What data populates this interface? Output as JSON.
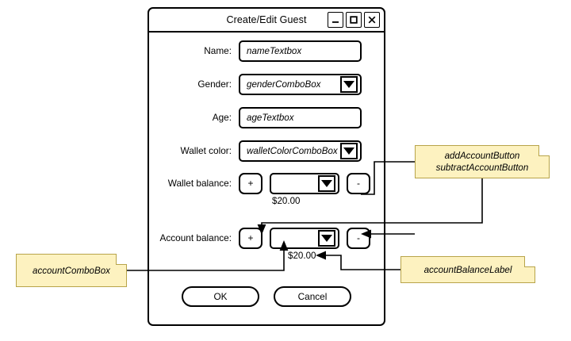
{
  "dialog": {
    "title": "Create/Edit Guest",
    "window_controls": [
      {
        "name": "minimize",
        "label": "_"
      },
      {
        "name": "maximize",
        "label": "□"
      },
      {
        "name": "close",
        "label": "×"
      }
    ],
    "fields": [
      {
        "label": "Name:",
        "value": "nameTextbox",
        "type": "textbox"
      },
      {
        "label": "Gender:",
        "value": "genderComboBox",
        "type": "combobox"
      },
      {
        "label": "Age:",
        "value": "ageTextbox",
        "type": "textbox"
      },
      {
        "label": "Wallet color:",
        "value": "walletColorComboBox",
        "type": "combobox"
      }
    ],
    "wallet_balance": {
      "label": "Wallet balance:",
      "add_label": "+",
      "subtract_label": "-",
      "combo_value": "",
      "amount": "$20.00"
    },
    "account_balance": {
      "label": "Account balance:",
      "add_label": "+",
      "subtract_label": "-",
      "combo_value": "",
      "amount": "$20.00"
    },
    "buttons": {
      "ok": "OK",
      "cancel": "Cancel"
    }
  },
  "annotations": [
    {
      "id": "note-add",
      "lines": [
        "addAccountButton",
        "subtractAccountButton"
      ],
      "line1": "addAccountButton",
      "line2": "subtractAccountButton"
    },
    {
      "id": "note-combo",
      "line1": "accountComboBox"
    },
    {
      "id": "note-label",
      "line1": "accountBalanceLabel"
    }
  ],
  "colors": {
    "note_fill": "#fdf2c0",
    "note_border": "#b8a44a",
    "stroke": "#000000",
    "canvas": "#ffffff"
  }
}
